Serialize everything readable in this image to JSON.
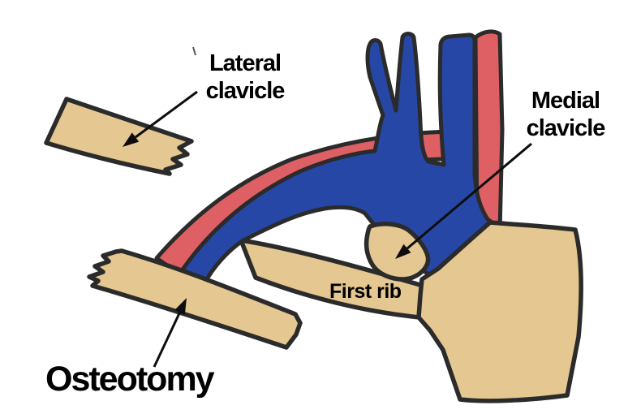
{
  "diagram": {
    "labels": {
      "lateral_clavicle": {
        "line1": "Lateral",
        "line2": "clavicle"
      },
      "medial_clavicle": {
        "line1": "Medial",
        "line2": "clavicle"
      },
      "first_rib": "First rib",
      "osteotomy": "Osteotomy"
    },
    "palette": {
      "background": "#ffffff",
      "bone": "#e5c791",
      "artery": "#df6064",
      "vein": "#2647a5",
      "outline": "#2b2b2b",
      "arrow": "#0d0d0d"
    }
  }
}
